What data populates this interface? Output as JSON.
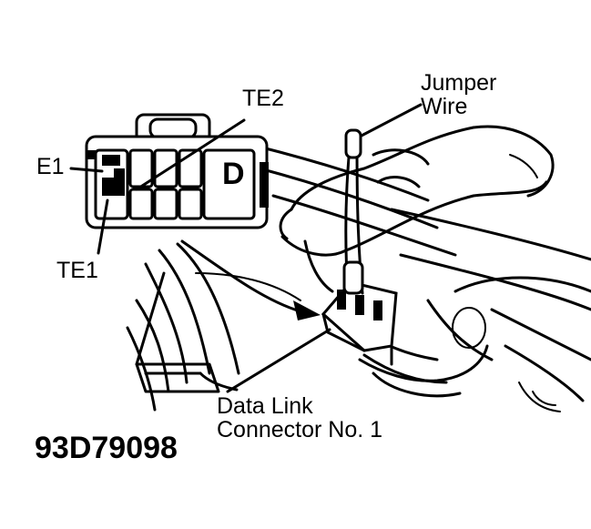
{
  "labels": {
    "te2": "TE2",
    "jumper_line1": "Jumper",
    "jumper_line2": "Wire",
    "e1": "E1",
    "te1": "TE1",
    "dlc_line1": "Data Link",
    "dlc_line2": "Connector No. 1",
    "figure_id": "93D79098",
    "connector_letter": "D"
  },
  "colors": {
    "ink": "#000000",
    "paper": "#ffffff"
  }
}
